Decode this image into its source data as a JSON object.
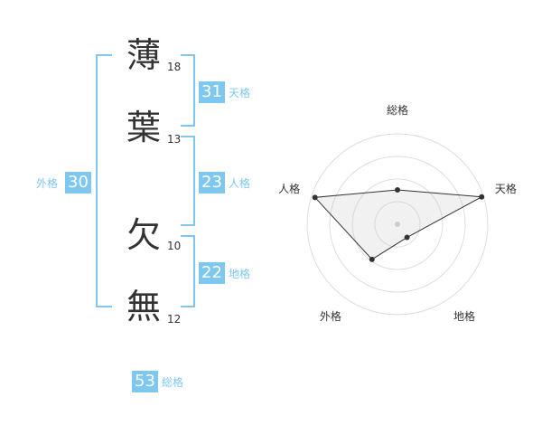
{
  "name": {
    "chars": [
      {
        "char": "薄",
        "strokes": "18"
      },
      {
        "char": "葉",
        "strokes": "13"
      },
      {
        "char": "欠",
        "strokes": "10"
      },
      {
        "char": "無",
        "strokes": "12"
      }
    ]
  },
  "fortune": {
    "tenkaku": {
      "value": "31",
      "label": "天格"
    },
    "jinkaku": {
      "value": "23",
      "label": "人格"
    },
    "chikaku": {
      "value": "22",
      "label": "地格"
    },
    "gaikaku": {
      "value": "30",
      "label": "外格"
    },
    "soukaku": {
      "value": "53",
      "label": "総格"
    }
  },
  "colors": {
    "accent": "#7ec8ef",
    "text": "#333333",
    "grid": "#dddddd"
  },
  "chart_data": {
    "type": "radar",
    "axes": [
      "総格",
      "天格",
      "地格",
      "外格",
      "人格"
    ],
    "values": [
      0.38,
      0.98,
      0.18,
      0.48,
      0.96
    ],
    "range": [
      0,
      1
    ],
    "rings": 4
  }
}
